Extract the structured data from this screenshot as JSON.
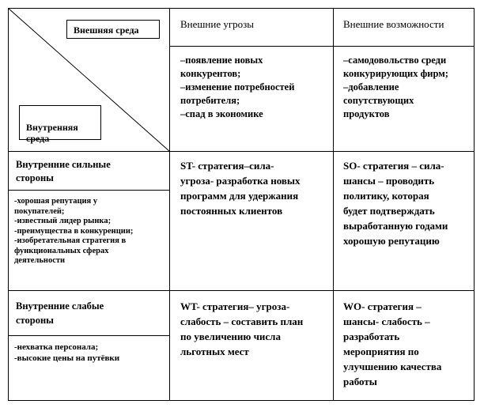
{
  "header": {
    "external_env": "Внешняя среда",
    "internal_env": "Внутренняя\nсреда",
    "threats_title": "Внешние угрозы",
    "opportunities_title": "Внешние возможности"
  },
  "threats_list": "–появление новых\nконкурентов;\n–изменение потребностей\nпотребителя;\n–спад в экономике",
  "opportunities_list": "–самодовольство среди\nконкурирующих  фирм;\n–добавление\nсопутствующих\nпродуктов",
  "strengths": {
    "title": "Внутренние сильные\nстороны",
    "list": "-хорошая репутация у\nпокупателей;\n-известный лидер рынка;\n-преимущества в конкуренции;\n-изобретательная  стратегия в\nфункциональных  сферах\nдеятельности"
  },
  "weaknesses": {
    "title": "Внутренние слабые\nстороны",
    "list": "-нехватка персонала;\n-высокие цены на путёвки"
  },
  "strategies": {
    "st": "ST- стратегия–сила-\nугроза- разработка новых\nпрограмм для удержания\nпостоянных клиентов",
    "so": "SO- стратегия – сила-\nшансы – проводить\nполитику, которая\nбудет подтверждать\nвыработанную годами\nхорошую  репутацию",
    "wt": "WT- стратегия– угроза-\nслабость – составить план\nпо увеличению числа\nльготных мест",
    "wo": "WO- стратегия –\nшансы- слабость –\nразработать\nмероприятия по\nулучшению  качества\nработы"
  }
}
